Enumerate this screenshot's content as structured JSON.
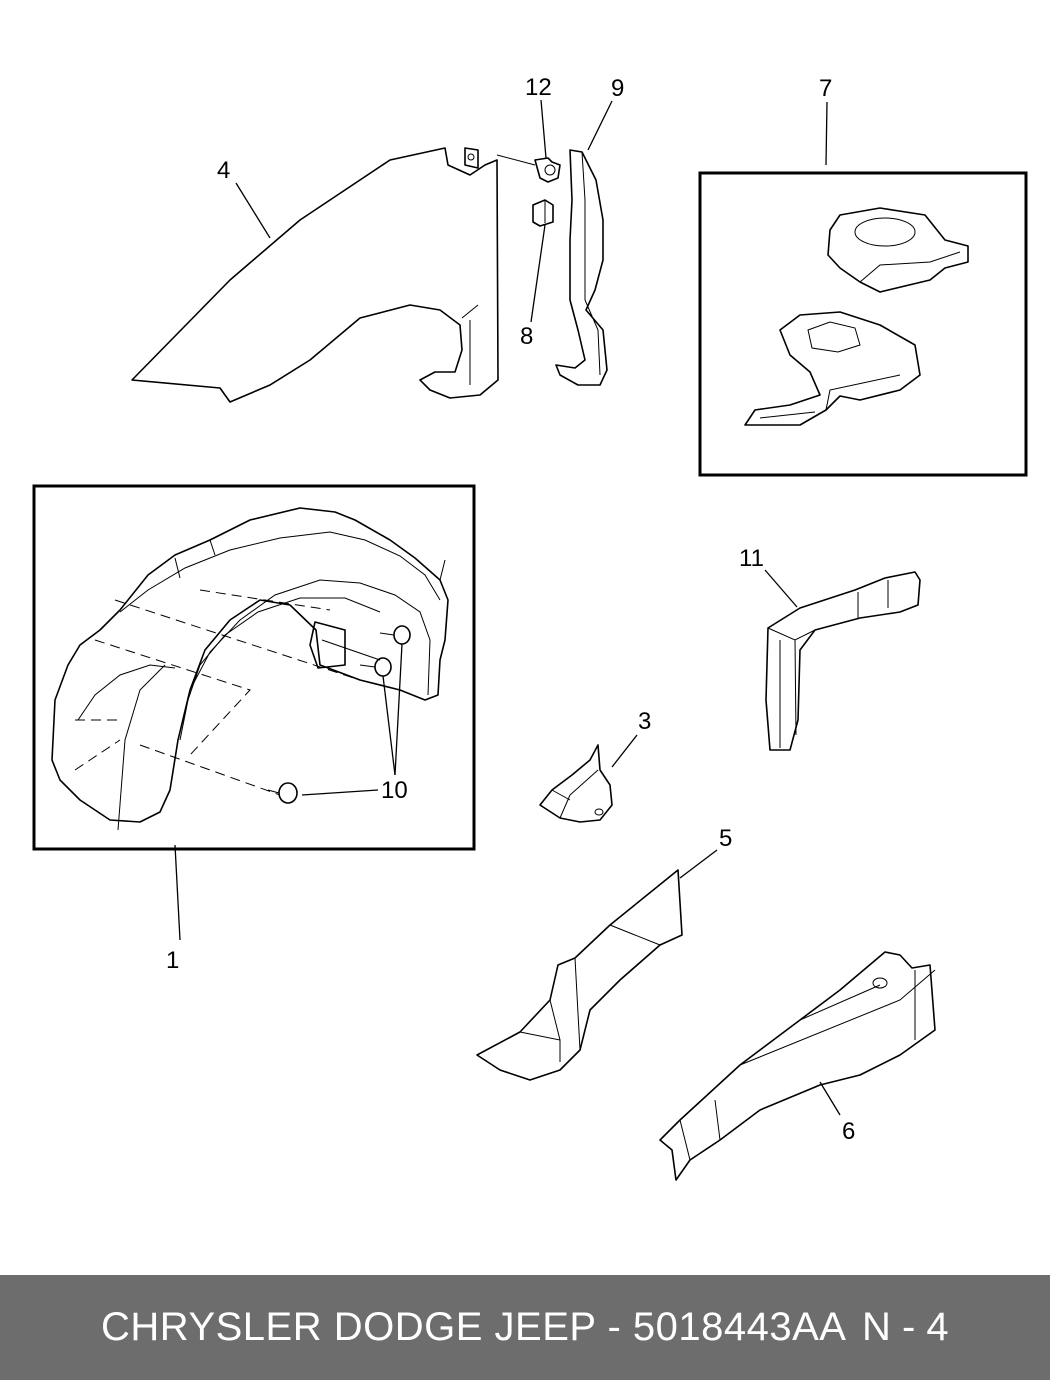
{
  "callouts": {
    "c1": "1",
    "c3": "3",
    "c4": "4",
    "c5": "5",
    "c6": "6",
    "c7": "7",
    "c8": "8",
    "c9": "9",
    "c10": "10",
    "c11": "11",
    "c12": "12"
  },
  "footer": {
    "caption": "CHRYSLER DODGE JEEP - 5018443AA",
    "page": "N - 4"
  },
  "colors": {
    "footer_bg": "#6d6d6d",
    "footer_text": "#ffffff",
    "line": "#000000"
  }
}
